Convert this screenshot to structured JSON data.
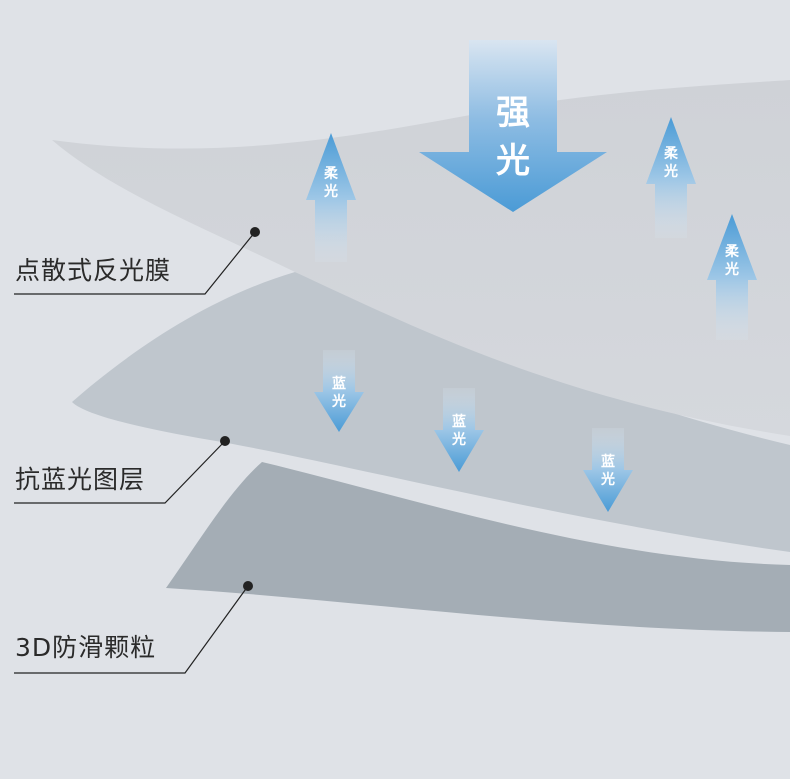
{
  "layers": [
    {
      "id": "reflective",
      "label": "点散式反光膜"
    },
    {
      "id": "anti_blue",
      "label": "抗蓝光图层"
    },
    {
      "id": "anti_slip",
      "label": "3D防滑颗粒"
    }
  ],
  "arrows": {
    "strong_light": [
      "强",
      "光"
    ],
    "soft_light": [
      "柔",
      "光"
    ],
    "blue_light": [
      "蓝",
      "光"
    ]
  },
  "colors": {
    "background": "#dfe2e7",
    "arrow_blue": "#4a9bd6",
    "leader_line": "#222222"
  }
}
